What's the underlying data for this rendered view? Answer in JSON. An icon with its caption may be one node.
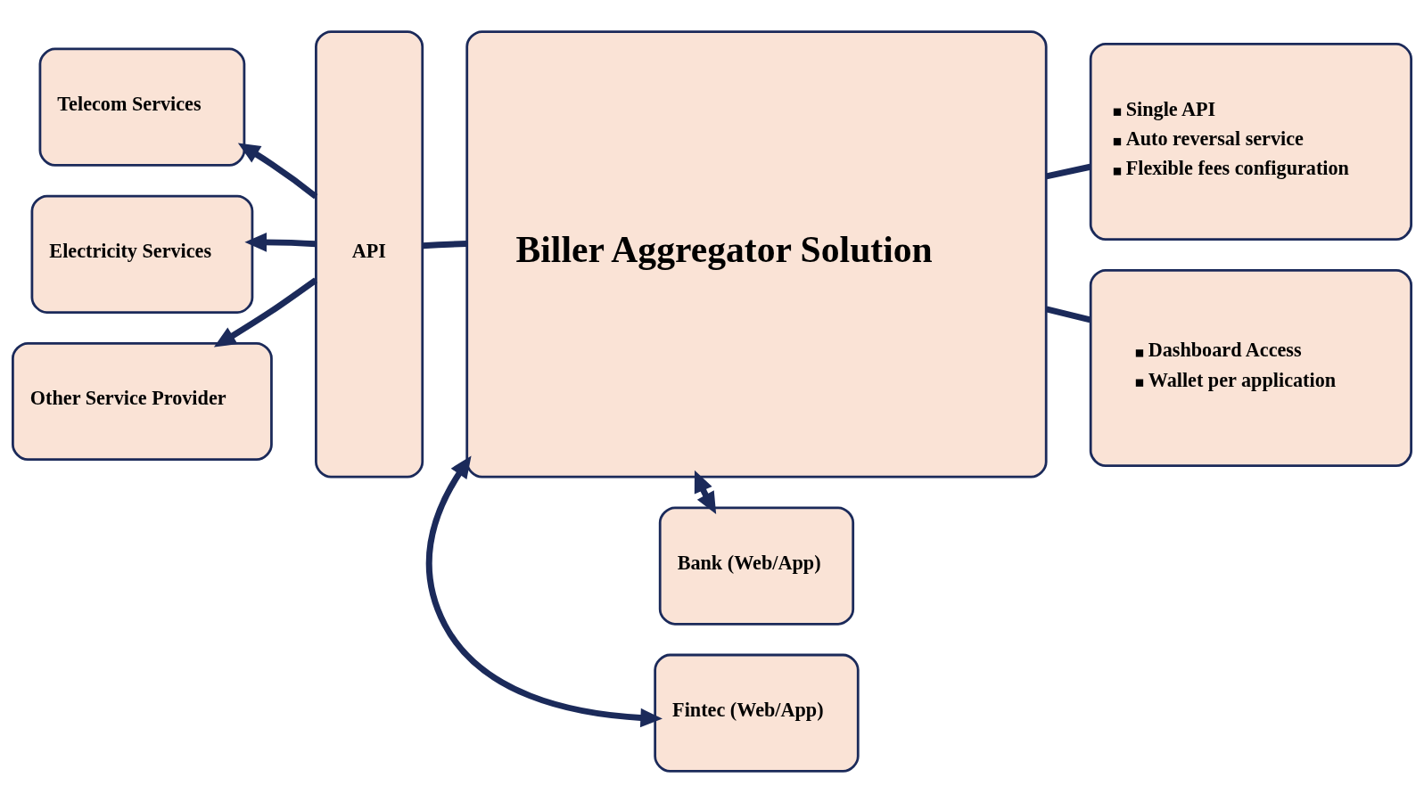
{
  "diagram": {
    "nodes": [
      {
        "text": [
          "Telecom Services"
        ]
      },
      {
        "text": [
          "Electricity Services"
        ]
      },
      {
        "text": [
          "Other Service Provider"
        ]
      },
      {
        "text": [
          "API"
        ]
      },
      {
        "text": [
          "Biller Aggregator Solution"
        ]
      },
      {
        "text": [
          "Single API",
          "Auto reversal service",
          "Flexible fees configuration"
        ]
      },
      {
        "text": [
          "Dashboard Access",
          "Wallet per application"
        ]
      },
      {
        "text": [
          "Bank (Web/App)"
        ]
      },
      {
        "text": [
          "Fintec (Web/App)"
        ]
      }
    ],
    "edges": [
      {
        "from": 3,
        "to": 0,
        "arrow": "to"
      },
      {
        "from": 3,
        "to": 1,
        "arrow": "to"
      },
      {
        "from": 3,
        "to": 2,
        "arrow": "to"
      },
      {
        "from": 3,
        "to": 4,
        "arrow": "none"
      },
      {
        "from": 4,
        "to": 5,
        "arrow": "none"
      },
      {
        "from": 4,
        "to": 6,
        "arrow": "none"
      },
      {
        "from": 4,
        "to": 7,
        "arrow": "both"
      },
      {
        "from": 4,
        "to": 8,
        "arrow": "both"
      }
    ]
  }
}
